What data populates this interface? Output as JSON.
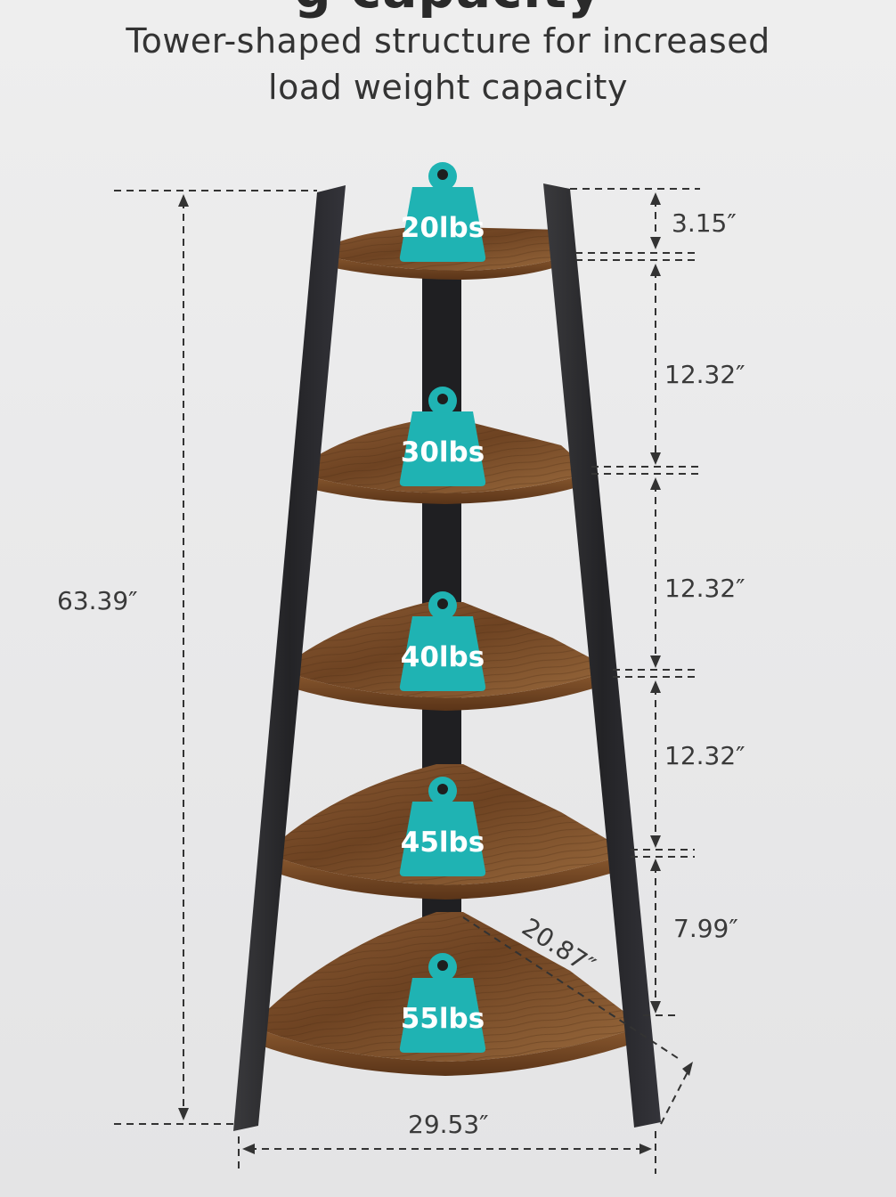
{
  "heading_fragment": "g capacity",
  "subtitle": {
    "line1": "Tower-shaped structure for increased",
    "line2": "load weight capacity"
  },
  "weights": [
    "20lbs",
    "30lbs",
    "40lbs",
    "45lbs",
    "55lbs"
  ],
  "dimensions": {
    "total_height": "63.39″",
    "gap_top": "3.15″",
    "gap_1": "12.32″",
    "gap_2": "12.32″",
    "gap_3": "12.32″",
    "gap_bottom": "7.99″",
    "depth": "20.87″",
    "width": "29.53″"
  },
  "colors": {
    "weight_badge": "#1fb3b3",
    "frame": "#2b2b2e",
    "wood": "#7a4a26",
    "dimension_line": "#333333"
  }
}
